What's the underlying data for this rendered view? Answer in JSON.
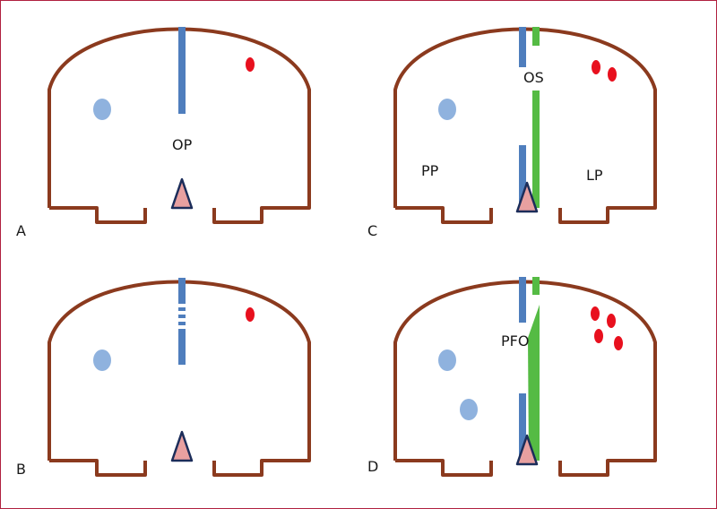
{
  "colors": {
    "frame_border": "#b0203f",
    "heart_outline": "#8b3a1e",
    "septum_primum": "#4f7ebd",
    "septum_secundum": "#55bb44",
    "right_atrium_blood": "#8fb2de",
    "left_atrium_blood": "#e8101e",
    "endocardial_cushion_fill": "#e8a0a0",
    "endocardial_cushion_stroke": "#1c2d5a"
  },
  "panels": [
    {
      "key": "A",
      "letter": "A",
      "texts": [
        "OP"
      ]
    },
    {
      "key": "B",
      "letter": "B",
      "texts": []
    },
    {
      "key": "C",
      "letter": "C",
      "texts": [
        "OS",
        "PP",
        "LP"
      ]
    },
    {
      "key": "D",
      "letter": "D",
      "texts": [
        "PFO"
      ]
    }
  ]
}
